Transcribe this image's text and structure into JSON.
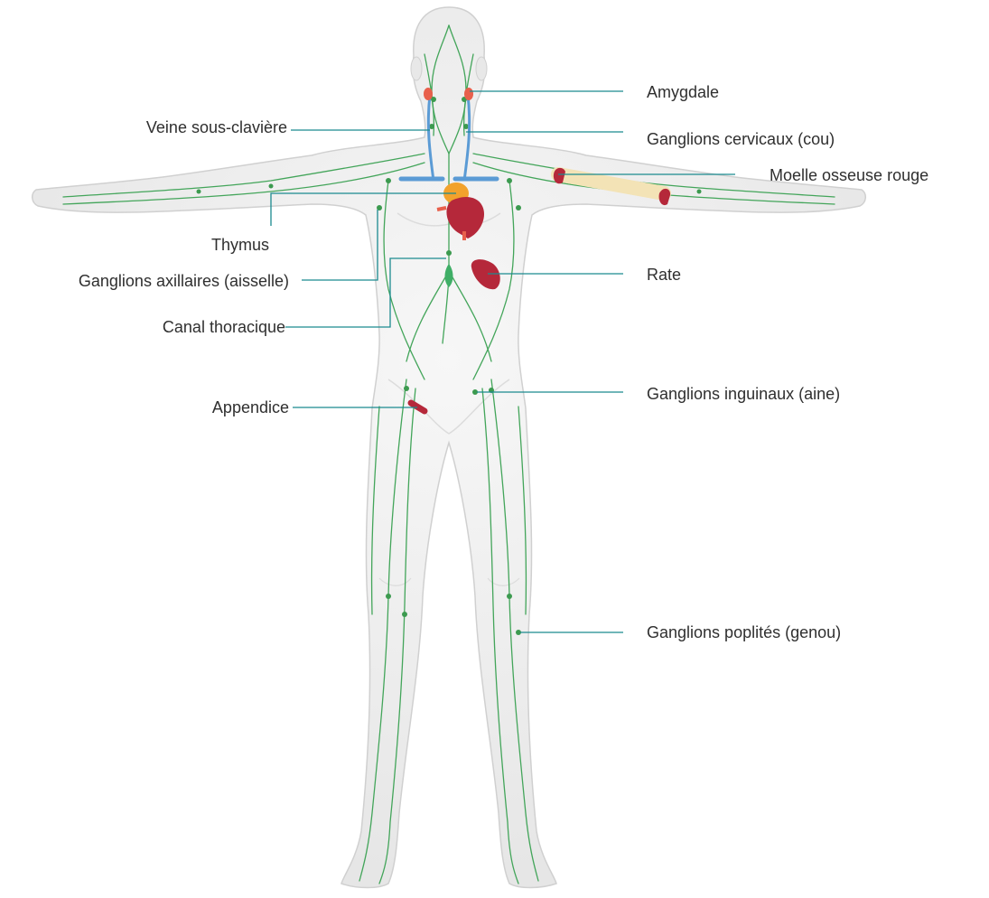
{
  "labels": {
    "amygdale": "Amygdale",
    "veine": "Veine sous-clavière",
    "cervicaux": "Ganglions cervicaux (cou)",
    "moelle": "Moelle osseuse rouge",
    "thymus": "Thymus",
    "rate": "Rate",
    "axillaires": "Ganglions axillaires (aisselle)",
    "canal": "Canal thoracique",
    "appendice": "Appendice",
    "inguinaux": "Ganglions inguinaux (aine)",
    "poplites": "Ganglions poplités (genou)"
  },
  "colors": {
    "body_fill": "#eeeeee",
    "body_stroke": "#d2d2d2",
    "lymph": "#43a55a",
    "leader": "#1b8a8f",
    "organ_red": "#b5283a",
    "tonsil": "#e8604c",
    "thymus": "#f2a22c",
    "vein": "#5b9bd5",
    "bone": "#f3e3b6"
  }
}
